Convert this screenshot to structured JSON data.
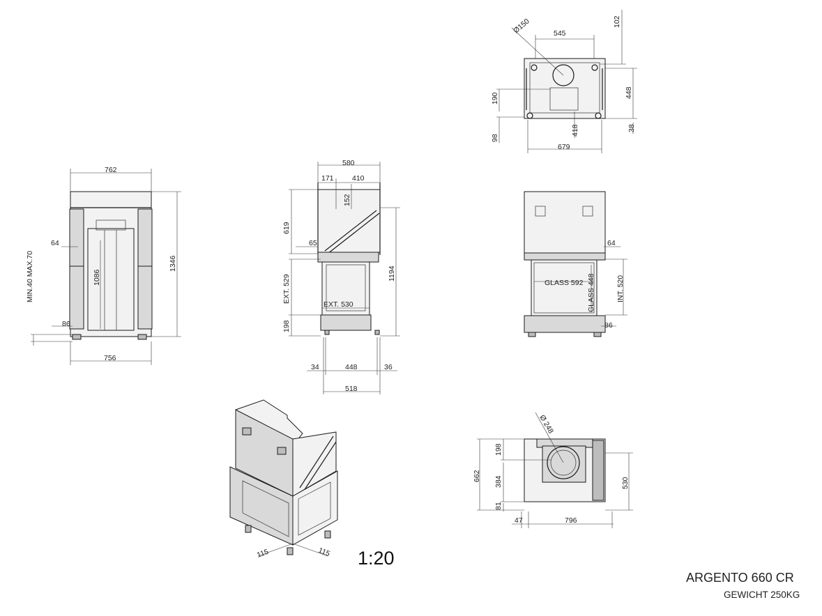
{
  "title": "ARGENTO 660 CR",
  "weight": "GEWICHT 250KG",
  "scale": "1:20",
  "views": {
    "top": {
      "dia_flue": "Ø150",
      "w545": "545",
      "h102": "102",
      "h448": "448",
      "h190": "190",
      "h98": "98",
      "h418": "418",
      "h38": "38",
      "w679": "679"
    },
    "front_left": {
      "w762": "762",
      "h1346": "1346",
      "h1086": "1086",
      "h64": "64",
      "h86": "86",
      "min_max": "MIN.40 MAX.70",
      "w756": "756"
    },
    "side": {
      "w580": "580",
      "w171": "171",
      "w410": "410",
      "h152": "152",
      "h619": "619",
      "h65": "65",
      "h1194": "1194",
      "ext529": "EXT. 529",
      "ext530": "EXT. 530",
      "h198": "198",
      "w34": "34",
      "w448": "448",
      "w36": "36",
      "w518": "518"
    },
    "front_right": {
      "h64": "64",
      "glass592": "GLASS 592",
      "glass448": "GLASS 448",
      "int520": "INT. 520",
      "h86": "86"
    },
    "plan": {
      "dia248": "Ø 248",
      "h198": "198",
      "h662": "662",
      "h384": "384",
      "h81": "81",
      "h530": "530",
      "w47": "47",
      "w796": "796"
    },
    "iso": {
      "leg_a": "115",
      "leg_b": "115"
    }
  }
}
